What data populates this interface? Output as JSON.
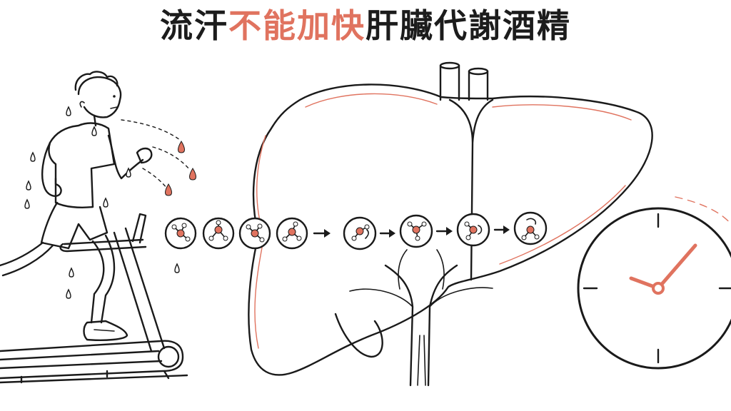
{
  "title": {
    "part1": "流汗",
    "part2": "不能加快",
    "part3": "肝臟代謝酒精"
  },
  "colors": {
    "accent": "#e0735f",
    "ink": "#1a1a1a",
    "background": "#ffffff"
  },
  "illustration": {
    "runner": "person-running-on-treadmill",
    "organ": "liver",
    "molecules_before_arrow": 4,
    "molecules_after_arrows": 4,
    "clock": "clock-icon"
  }
}
